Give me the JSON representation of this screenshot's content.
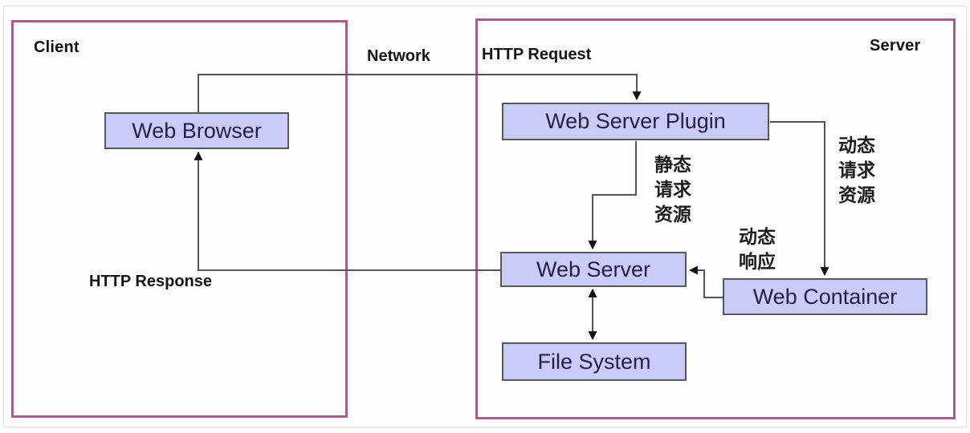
{
  "regions": {
    "client": {
      "label": "Client"
    },
    "server": {
      "label": "Server"
    }
  },
  "nodes": {
    "web_browser": {
      "label": "Web Browser"
    },
    "web_server_plugin": {
      "label": "Web Server Plugin"
    },
    "web_server": {
      "label": "Web Server"
    },
    "web_container": {
      "label": "Web Container"
    },
    "file_system": {
      "label": "File System"
    }
  },
  "edge_labels": {
    "network": "Network",
    "http_request": "HTTP Request",
    "http_response": "HTTP Response",
    "static_request_resource": "静态\n请求\n资源",
    "dynamic_request_resource": "动态\n请求\n资源",
    "dynamic_response": "动态\n响应"
  },
  "colors": {
    "region_border": "#a4608a",
    "node_fill": "#cbcbf7",
    "node_border": "#57575c",
    "node_text": "#21214a",
    "connector": "#555555",
    "arrowhead": "#111111",
    "label_text": "#141414",
    "background": "#fdfdfd"
  }
}
